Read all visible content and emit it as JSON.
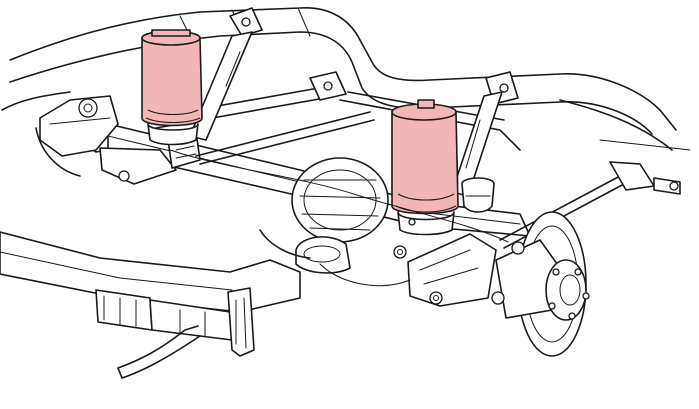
{
  "colors": {
    "line": "#1a1a1a",
    "background": "#ffffff",
    "air_spring_fill": "#f2b6b6"
  },
  "icons": [
    "air-spring-left",
    "air-spring-right",
    "brake-disc",
    "wheel-hub"
  ]
}
